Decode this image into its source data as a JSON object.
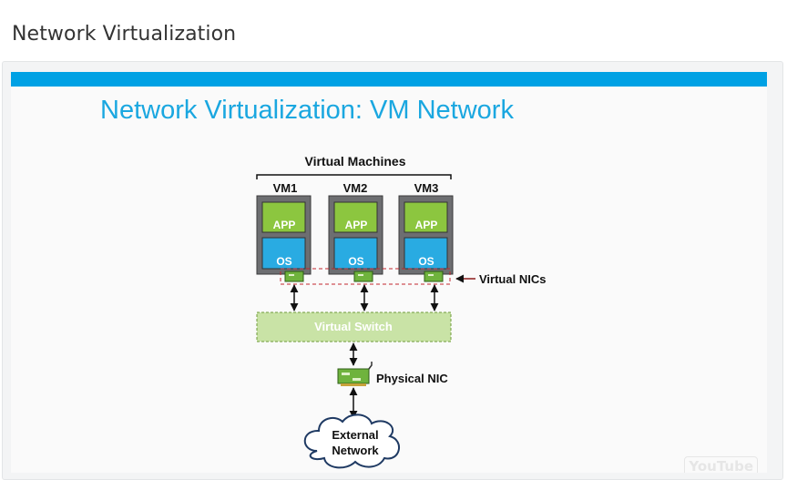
{
  "page": {
    "title": "Network Virtualization"
  },
  "slide": {
    "title": "Network Virtualization: VM Network",
    "virtual_machines_label": "Virtual Machines",
    "vms": [
      {
        "name": "VM1",
        "app": "APP",
        "os": "OS"
      },
      {
        "name": "VM2",
        "app": "APP",
        "os": "OS"
      },
      {
        "name": "VM3",
        "app": "APP",
        "os": "OS"
      }
    ],
    "virtual_nics_label": "Virtual NICs",
    "virtual_switch_label": "Virtual Switch",
    "physical_nic_label": "Physical NIC",
    "external_network_line1": "External",
    "external_network_line2": "Network",
    "watermark": "YouTube"
  },
  "colors": {
    "accent_bar": "#00a1e4",
    "title": "#1aa7e0",
    "app_green": "#8cc63f",
    "os_blue": "#29abe2",
    "switch_green": "#c9e3a6",
    "nic_dashed": "#c1272d"
  }
}
